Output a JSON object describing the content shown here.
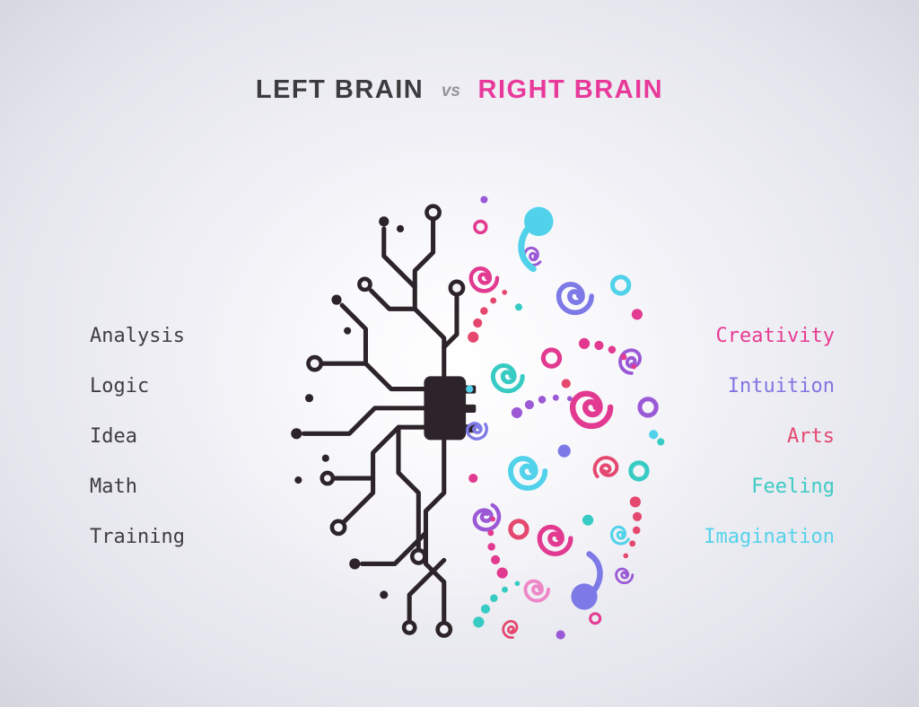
{
  "title": {
    "left_text": "LEFT BRAIN",
    "separator": "vs",
    "right_text": "RIGHT BRAIN",
    "left_color": "#3d3b3e",
    "separator_color": "#96949a",
    "right_color": "#e8399b"
  },
  "left_brain": {
    "labels": [
      "Analysis",
      "Logic",
      "Idea",
      "Math",
      "Training"
    ],
    "text_color": "#3f3d41",
    "art_color": "#2c2429"
  },
  "right_brain": {
    "labels": [
      {
        "text": "Creativity",
        "color": "#e83a90"
      },
      {
        "text": "Intuition",
        "color": "#8076e2"
      },
      {
        "text": "Arts",
        "color": "#e4486f"
      },
      {
        "text": "Feeling",
        "color": "#3ecbc3"
      },
      {
        "text": "Imagination",
        "color": "#55d2ea"
      }
    ],
    "art_palette": [
      "#e23a90",
      "#9b59d6",
      "#7d79e6",
      "#52d2ea",
      "#38cbc3",
      "#e4486f",
      "#ee87c8"
    ]
  }
}
